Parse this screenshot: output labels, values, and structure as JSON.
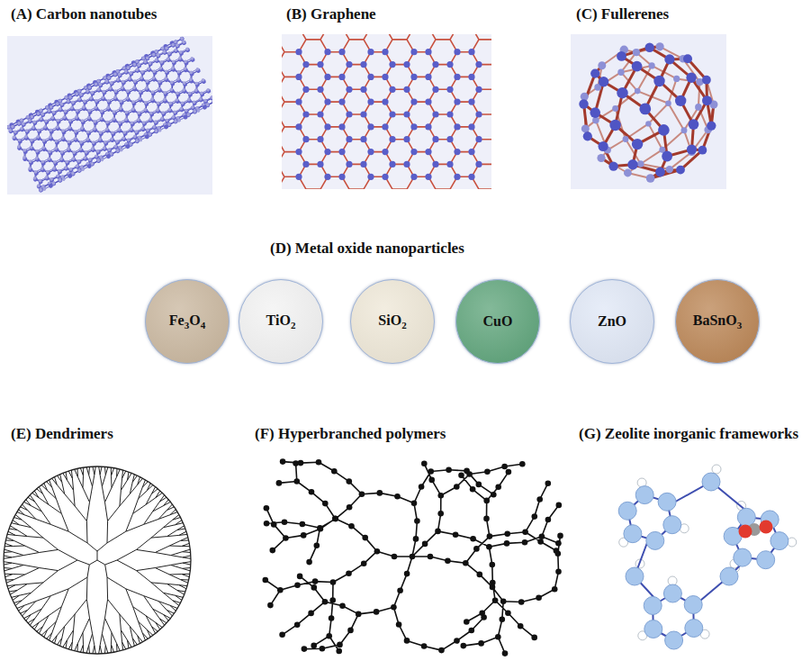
{
  "diagram": {
    "nodes": [
      {
        "text": [
          "Fe3O4"
        ]
      },
      {
        "text": [
          "TiO2"
        ]
      },
      {
        "text": [
          "SiO2"
        ]
      },
      {
        "text": [
          "CuO"
        ]
      },
      {
        "text": [
          "ZnO"
        ]
      },
      {
        "text": [
          "BaSnO3"
        ]
      }
    ],
    "labels": [
      "(A) Carbon nanotubes",
      "(B) Graphene",
      "(C) Fullerenes",
      "(D) Metal oxide nanoparticles",
      "(E) Dendrimers",
      "(F) Hyperbranched polymers",
      "(G) Zeolite inorganic frameworks"
    ]
  }
}
